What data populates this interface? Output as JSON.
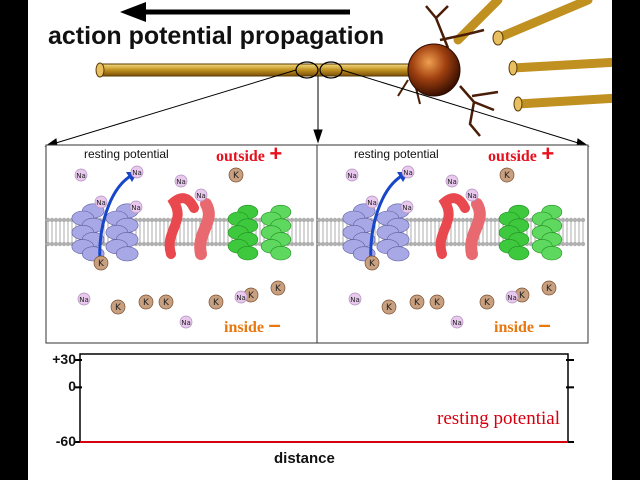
{
  "title": "action potential propagation",
  "panels": [
    {
      "label": "resting potential",
      "outside_word": "outside",
      "outside_sign": "+",
      "inside_word": "inside",
      "inside_sign": "–"
    },
    {
      "label": "resting potential",
      "outside_word": "outside",
      "outside_sign": "+",
      "inside_word": "inside",
      "inside_sign": "–"
    }
  ],
  "ions": {
    "sodium": "Na",
    "potassium": "K"
  },
  "graph": {
    "y_ticks": [
      "+30",
      "0",
      "-60"
    ],
    "x_label": "distance",
    "curve_label": "resting potential"
  },
  "chart_data": {
    "type": "line",
    "title": "",
    "xlabel": "distance",
    "ylabel": "",
    "ylim": [
      -60,
      30
    ],
    "yticks": [
      30,
      0,
      -60
    ],
    "series": [
      {
        "name": "resting potential",
        "x": [
          0,
          1
        ],
        "y": [
          -60,
          -60
        ]
      }
    ]
  },
  "colors": {
    "outside": "#e8101e",
    "inside": "#e87810",
    "curve": "#d40010",
    "na_ion": "#e9c8ee",
    "k_ion": "#c8a080",
    "pump": "#a8a8e6",
    "na_channel": "#e8484e",
    "k_channel": "#3ec83e",
    "arrow": "#1746c8"
  },
  "icons": [
    "left-arrow-icon",
    "neuron-icon",
    "magnifier-icon",
    "ion-pump-icon",
    "sodium-channel-icon",
    "potassium-channel-icon"
  ]
}
